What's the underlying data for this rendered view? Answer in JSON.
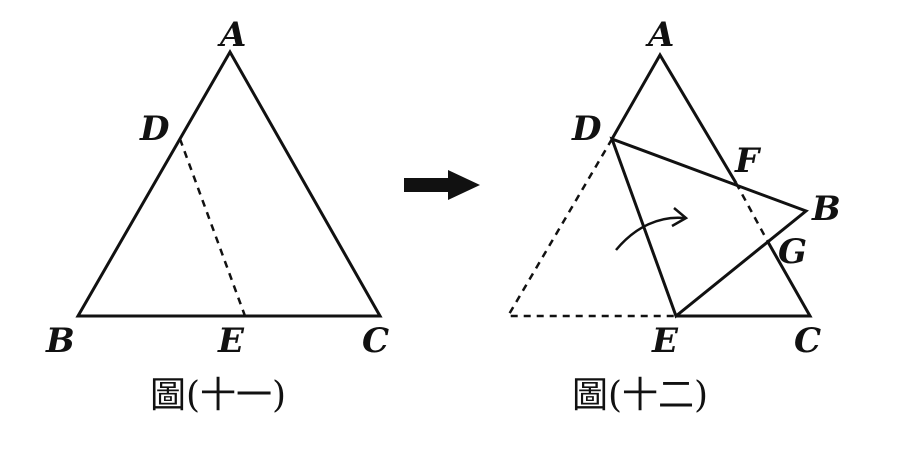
{
  "figure1": {
    "caption": "圖(十一)",
    "labels": {
      "A": "A",
      "B": "B",
      "C": "C",
      "D": "D",
      "E": "E"
    }
  },
  "figure2": {
    "caption": "圖(十二)",
    "labels": {
      "A": "A",
      "B": "B",
      "C": "C",
      "D": "D",
      "E": "E",
      "F": "F",
      "G": "G"
    }
  }
}
